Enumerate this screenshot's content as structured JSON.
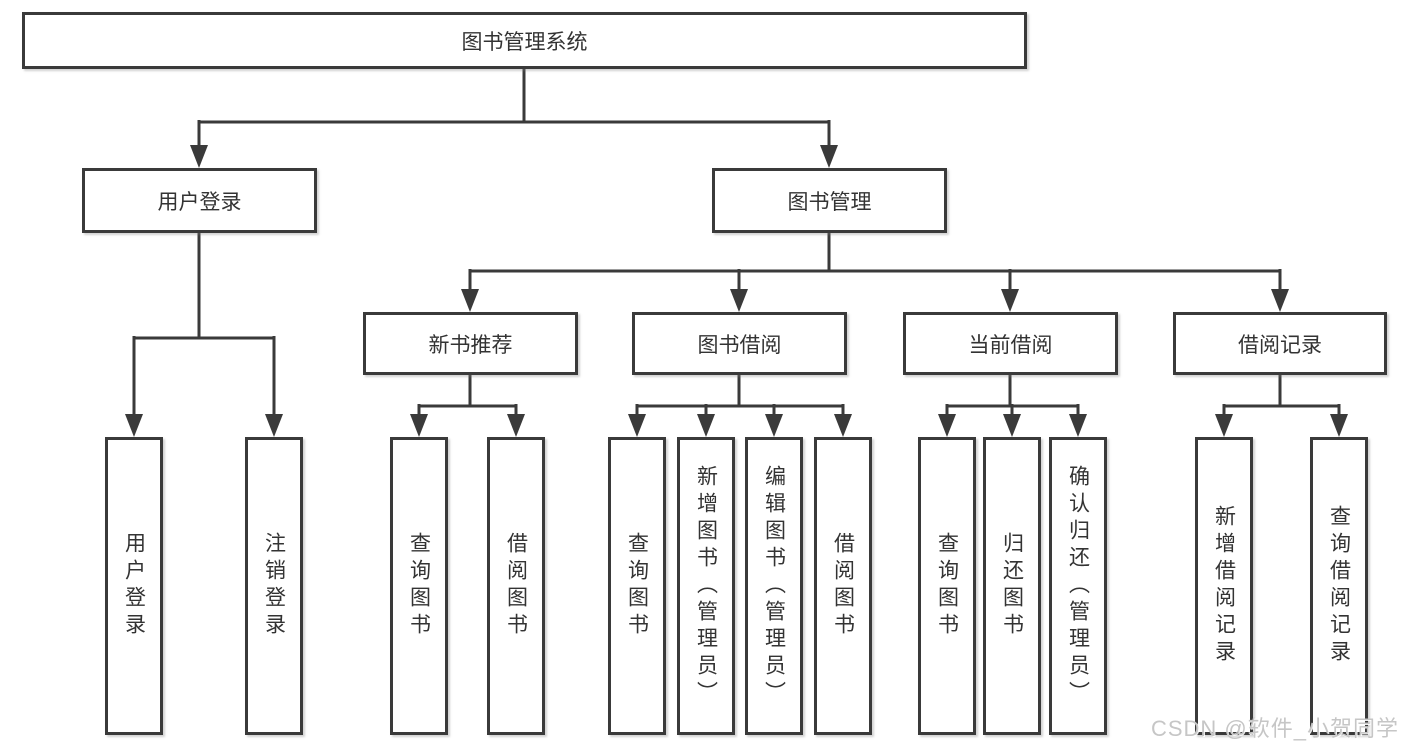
{
  "diagram": {
    "title": "图书管理系统",
    "root": {
      "label": "图书管理系统"
    },
    "branches": [
      {
        "label": "用户登录"
      },
      {
        "label": "图书管理"
      }
    ],
    "sections": [
      {
        "label": "新书推荐"
      },
      {
        "label": "图书借阅"
      },
      {
        "label": "当前借阅"
      },
      {
        "label": "借阅记录"
      }
    ],
    "leaves": [
      {
        "label": "用户登录",
        "parent": "用户登录"
      },
      {
        "label": "注销登录",
        "parent": "用户登录"
      },
      {
        "label": "查询图书",
        "parent": "新书推荐"
      },
      {
        "label": "借阅图书",
        "parent": "新书推荐"
      },
      {
        "label": "查询图书",
        "parent": "图书借阅"
      },
      {
        "label": "新增图书（管理员）",
        "parent": "图书借阅"
      },
      {
        "label": "编辑图书（管理员）",
        "parent": "图书借阅"
      },
      {
        "label": "借阅图书",
        "parent": "图书借阅"
      },
      {
        "label": "查询图书",
        "parent": "当前借阅"
      },
      {
        "label": "归还图书",
        "parent": "当前借阅"
      },
      {
        "label": "确认归还（管理员）",
        "parent": "当前借阅"
      },
      {
        "label": "新增借阅记录",
        "parent": "借阅记录"
      },
      {
        "label": "查询借阅记录",
        "parent": "借阅记录"
      }
    ]
  },
  "watermark": {
    "text": "CSDN @软件_小贺同学"
  },
  "colors": {
    "line": "#3a3a3a",
    "text": "#333333",
    "box_background": "#ffffff",
    "watermark": "#c6c6c6",
    "page_background": "#ffffff"
  }
}
